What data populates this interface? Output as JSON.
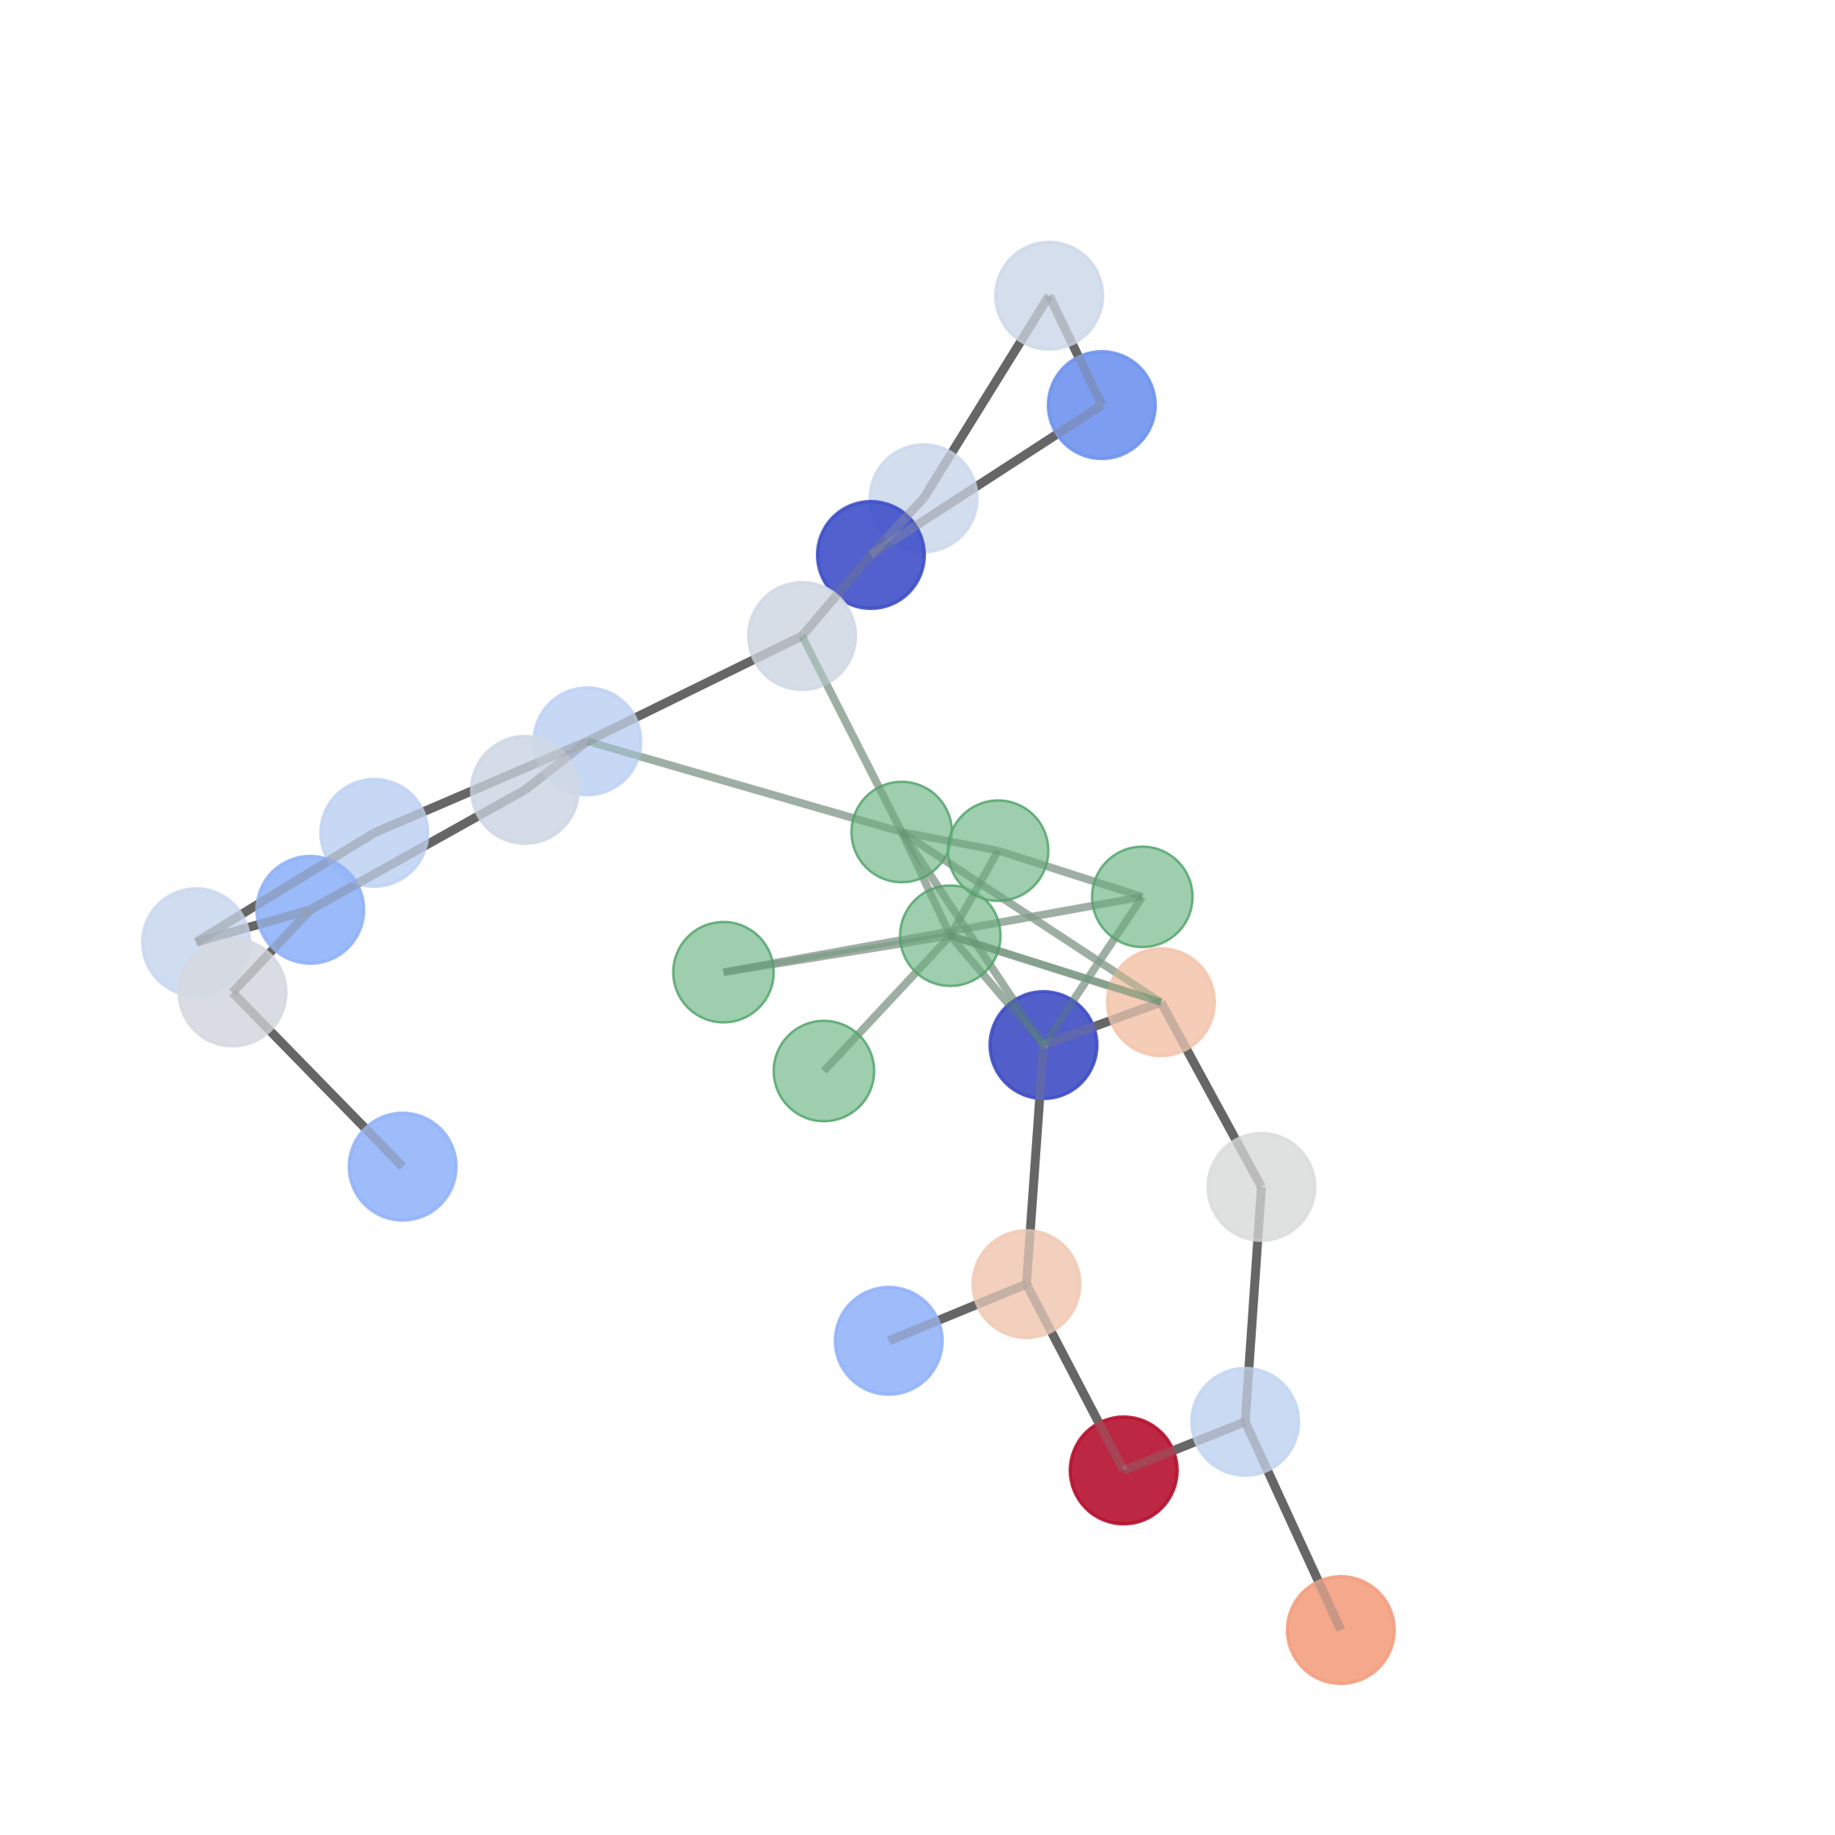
{
  "colors": {
    "background": "#ffffff",
    "bond_edge": "#4a4a4a",
    "interaction_edge": "#bdbdbd",
    "interaction_node": "#7dbe92",
    "interaction_node_stroke": "#5aa871"
  },
  "graph": {
    "nodes": [
      {
        "id": "n01",
        "color": "#cfdaea"
      },
      {
        "id": "n02",
        "color": "#6f94ee"
      },
      {
        "id": "n03",
        "color": "#cdd9ec"
      },
      {
        "id": "n04",
        "color": "#3f50c8"
      },
      {
        "id": "n05",
        "color": "#d2d9e4"
      },
      {
        "id": "n06",
        "color": "#c1d4f4"
      },
      {
        "id": "n07",
        "color": "#cfd8e4"
      },
      {
        "id": "n08",
        "color": "#c1d4f4"
      },
      {
        "id": "n09",
        "color": "#90b2f8"
      },
      {
        "id": "n10",
        "color": "#cbd8ee"
      },
      {
        "id": "n11",
        "color": "#d5d9e0"
      },
      {
        "id": "n12",
        "color": "#93b4f9"
      },
      {
        "id": "n13",
        "color": "#3f4ec4"
      },
      {
        "id": "n14",
        "color": "#f4c6ae"
      },
      {
        "id": "n15",
        "color": "#dcdddd"
      },
      {
        "id": "n16",
        "color": "#f1cbb6"
      },
      {
        "id": "n17",
        "color": "#93b4f9"
      },
      {
        "id": "n18",
        "color": "#b5112f"
      },
      {
        "id": "n19",
        "color": "#c4d6f2"
      },
      {
        "id": "n20",
        "color": "#f39f7f"
      },
      {
        "id": "g1",
        "color": "#7dbe92",
        "group": "interaction"
      },
      {
        "id": "g2",
        "color": "#7dbe92",
        "group": "interaction"
      },
      {
        "id": "g3",
        "color": "#7dbe92",
        "group": "interaction"
      },
      {
        "id": "g4",
        "color": "#7dbe92",
        "group": "interaction"
      },
      {
        "id": "g5",
        "color": "#7dbe92",
        "group": "interaction"
      },
      {
        "id": "g6",
        "color": "#7dbe92",
        "group": "interaction"
      }
    ],
    "bonds": [
      [
        "n01",
        "n02"
      ],
      [
        "n01",
        "n03"
      ],
      [
        "n02",
        "n04"
      ],
      [
        "n03",
        "n04"
      ],
      [
        "n04",
        "n05"
      ],
      [
        "n05",
        "n06"
      ],
      [
        "n06",
        "n07"
      ],
      [
        "n06",
        "n08"
      ],
      [
        "n07",
        "n09"
      ],
      [
        "n08",
        "n10"
      ],
      [
        "n09",
        "n10"
      ],
      [
        "n09",
        "n11"
      ],
      [
        "n11",
        "n12"
      ],
      [
        "n13",
        "n14"
      ],
      [
        "n13",
        "n16"
      ],
      [
        "n14",
        "n15"
      ],
      [
        "n15",
        "n19"
      ],
      [
        "n16",
        "n17"
      ],
      [
        "n16",
        "n18"
      ],
      [
        "n18",
        "n19"
      ],
      [
        "n19",
        "n20"
      ]
    ],
    "interactions": [
      [
        "n05",
        "g1"
      ],
      [
        "n06",
        "g1"
      ],
      [
        "g1",
        "g3"
      ],
      [
        "g1",
        "g6"
      ],
      [
        "g1",
        "n14"
      ],
      [
        "g1",
        "n13"
      ],
      [
        "g2",
        "g3"
      ],
      [
        "g2",
        "g5"
      ],
      [
        "g4",
        "g3"
      ],
      [
        "g3",
        "n13"
      ],
      [
        "g3",
        "n14"
      ],
      [
        "g5",
        "n13"
      ],
      [
        "g6",
        "g5"
      ],
      [
        "g3",
        "g6"
      ],
      [
        "g3",
        "n14"
      ]
    ]
  }
}
